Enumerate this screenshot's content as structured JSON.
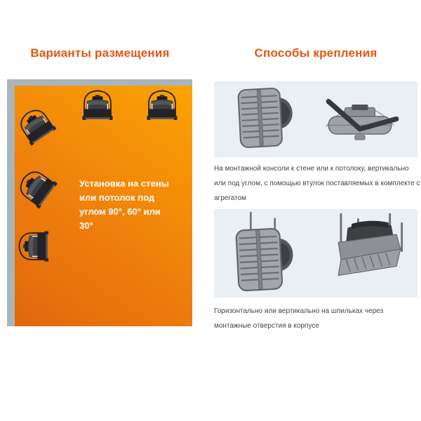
{
  "document": {
    "left_column": {
      "title": "Варианты размещения",
      "panel_caption": "Установка на стены или потолок под углом 90°, 60° или 30°",
      "illustrations": [
        "heater-unit-tilted-30deg",
        "heater-unit-front-view",
        "heater-unit-front-view",
        "heater-unit-tilted-60deg",
        "heater-unit-rotated-90deg"
      ]
    },
    "right_column": {
      "title": "Способы крепления",
      "sections": [
        {
          "illustrations": [
            "louvered-unit-front-view",
            "unit-top-view-with-swivel-bracket"
          ],
          "caption": "На монтажной консоли к стене или к потолоку, вертикально или под углом, с помощью втулок поставляемых в комплекте с агрегатом"
        },
        {
          "illustrations": [
            "louvered-unit-front-view-with-studs",
            "unit-underside-view-with-studs"
          ],
          "caption": "Горизонтально или вертикально на шпильках через монтажные отверстия в корпусе"
        }
      ]
    },
    "colors": {
      "accent_orange": "#e8560d",
      "orange_panel_gradient_start": "#e2660d",
      "orange_panel_gradient_end": "#fba303",
      "panel_frame_gray": "#a9b5bb",
      "info_panel_bg": "#e9eff3",
      "body_text": "#3b4750",
      "caption_text": "#ffffff"
    }
  }
}
